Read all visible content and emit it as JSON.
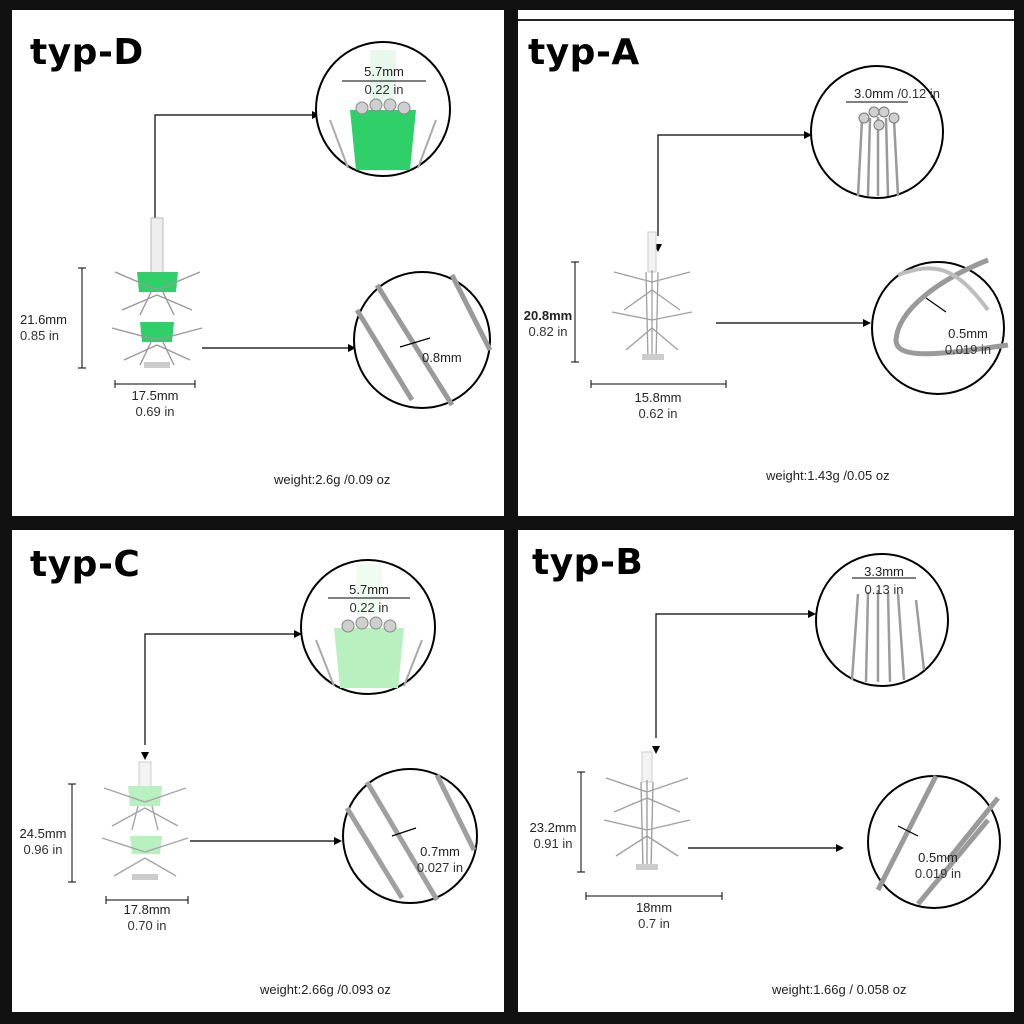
{
  "panels": [
    {
      "id": "d",
      "title": "typ-D",
      "height": {
        "mm": "21.6mm",
        "in": "0.85 in"
      },
      "width": {
        "mm": "17.5mm",
        "in": "0.69 in"
      },
      "top_dim": {
        "mm": "5.7mm",
        "in": "0.22 in"
      },
      "wire": {
        "mm": "0.8mm",
        "in": ""
      },
      "weight": {
        "g": "weight:2.6g",
        "oz": " /0.09 oz"
      },
      "sleeve_color": "#2fd06a"
    },
    {
      "id": "a",
      "title": "typ-A",
      "height": {
        "mm": "20.8mm",
        "in": "0.82 in"
      },
      "width": {
        "mm": "15.8mm",
        "in": "0.62 in"
      },
      "top_dim": {
        "mm": "3.0mm",
        "in": "/0.12 in"
      },
      "wire": {
        "mm": "0.5mm",
        "in": "0.019 in"
      },
      "weight": {
        "g": "weight:1.43g",
        "oz": " /0.05 oz"
      },
      "sleeve_color": ""
    },
    {
      "id": "c",
      "title": "typ-C",
      "height": {
        "mm": "24.5mm",
        "in": "0.96 in"
      },
      "width": {
        "mm": "17.8mm",
        "in": "0.70 in"
      },
      "top_dim": {
        "mm": "5.7mm",
        "in": "0.22 in"
      },
      "wire": {
        "mm": "0.7mm",
        "in": "0.027 in"
      },
      "weight": {
        "g": "weight:2.66g",
        "oz": " /0.093 oz"
      },
      "sleeve_color": "#b8f0c0"
    },
    {
      "id": "b",
      "title": "typ-B",
      "height": {
        "mm": "23.2mm",
        "in": "0.91 in"
      },
      "width": {
        "mm": "18mm",
        "in": "0.7 in"
      },
      "top_dim": {
        "mm": "3.3mm",
        "in": "0.13 in"
      },
      "wire": {
        "mm": "0.5mm",
        "in": "0.019 in"
      },
      "weight": {
        "g": "weight:1.66g",
        "oz": " / 0.058 oz"
      },
      "sleeve_color": ""
    }
  ]
}
